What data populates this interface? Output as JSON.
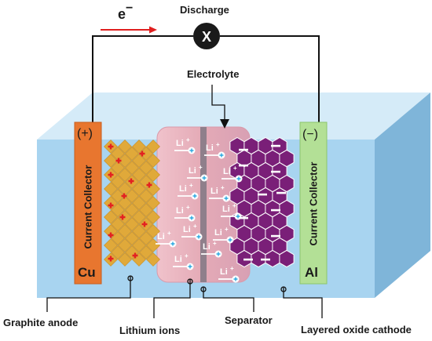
{
  "title": "Discharge",
  "electron": {
    "symbol": "e",
    "charge": "−"
  },
  "load_symbol": "X",
  "labels": {
    "electrolyte": "Electrolyte",
    "graphite_anode": "Graphite anode",
    "lithium_ions": "Lithium ions",
    "separator": "Separator",
    "cathode": "Layered oxide cathode"
  },
  "anode_collector": {
    "label": "Current Collector",
    "sign": "(+)",
    "metal": "Cu",
    "color": "#e8762f"
  },
  "cathode_collector": {
    "label": "Current Collector",
    "sign": "(−)",
    "metal": "Al",
    "color": "#b3e096"
  },
  "ion": {
    "label": "Li",
    "charge": "+"
  },
  "colors": {
    "electrolyte_box": "#a8d4f0",
    "electrolyte_region": "#e6aeba",
    "graphite": "#e0a93a",
    "cathode": "#7a1f78",
    "electron_arrow": "#e01f1f",
    "ion_charge": "#2aa8e0"
  }
}
